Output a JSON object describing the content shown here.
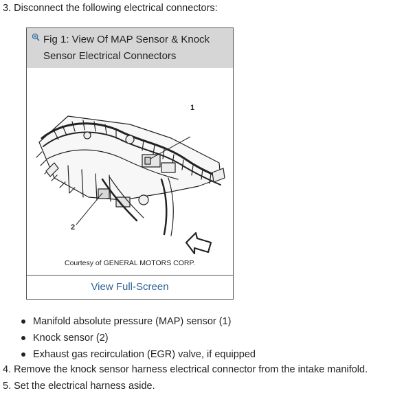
{
  "steps": {
    "step3": "3. Disconnect the following electrical connectors:",
    "step4": "4. Remove the knock sensor harness electrical connector from the intake manifold.",
    "step5": "5. Set the electrical harness aside."
  },
  "figure": {
    "title": "Fig 1: View Of MAP Sensor & Knock Sensor Electrical Connectors",
    "callout_1": "1",
    "callout_2": "2",
    "courtesy": "Courtesy of GENERAL MOTORS CORP.",
    "view_full_label": "View Full-Screen",
    "header_bg": "#d6d6d6",
    "link_color": "#2a6496",
    "zoom_icon": "zoom-in-icon"
  },
  "bullets": [
    "Manifold absolute pressure (MAP) sensor (1)",
    "Knock sensor (2)",
    "Exhaust gas recirculation (EGR) valve, if equipped"
  ]
}
